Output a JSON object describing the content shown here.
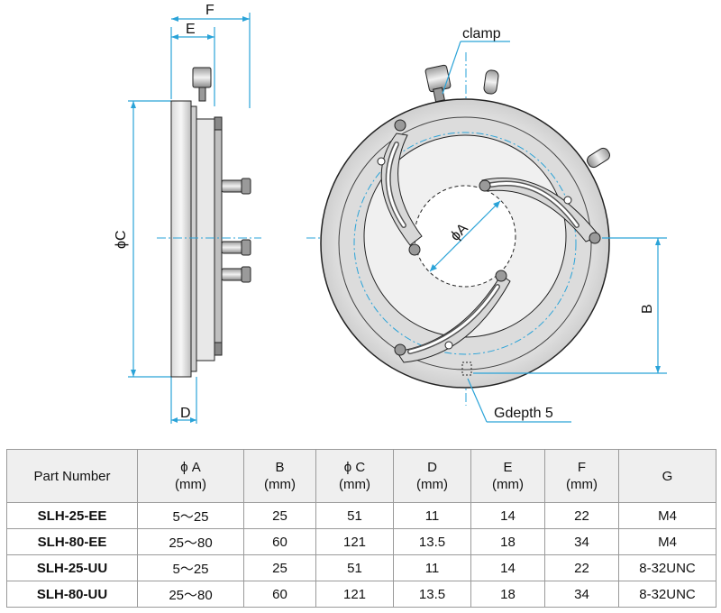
{
  "diagram": {
    "labels": {
      "F": "F",
      "E": "E",
      "C": "ϕC",
      "D": "D",
      "A": "ϕA",
      "B": "B",
      "clamp": "clamp",
      "G": "Gdepth 5"
    }
  },
  "table": {
    "headers": [
      {
        "name": "Part Number",
        "unit": ""
      },
      {
        "name": "ϕ A",
        "unit": "(mm)"
      },
      {
        "name": "B",
        "unit": "(mm)"
      },
      {
        "name": "ϕ C",
        "unit": "(mm)"
      },
      {
        "name": "D",
        "unit": "(mm)"
      },
      {
        "name": "E",
        "unit": "(mm)"
      },
      {
        "name": "F",
        "unit": "(mm)"
      },
      {
        "name": "G",
        "unit": ""
      }
    ],
    "rows": [
      [
        "SLH-25-EE",
        "5〜25",
        "25",
        "51",
        "11",
        "14",
        "22",
        "M4"
      ],
      [
        "SLH-80-EE",
        "25〜80",
        "60",
        "121",
        "13.5",
        "18",
        "34",
        "M4"
      ],
      [
        "SLH-25-UU",
        "5〜25",
        "25",
        "51",
        "11",
        "14",
        "22",
        "8-32UNC"
      ],
      [
        "SLH-80-UU",
        "25〜80",
        "60",
        "121",
        "13.5",
        "18",
        "34",
        "8-32UNC"
      ]
    ]
  }
}
